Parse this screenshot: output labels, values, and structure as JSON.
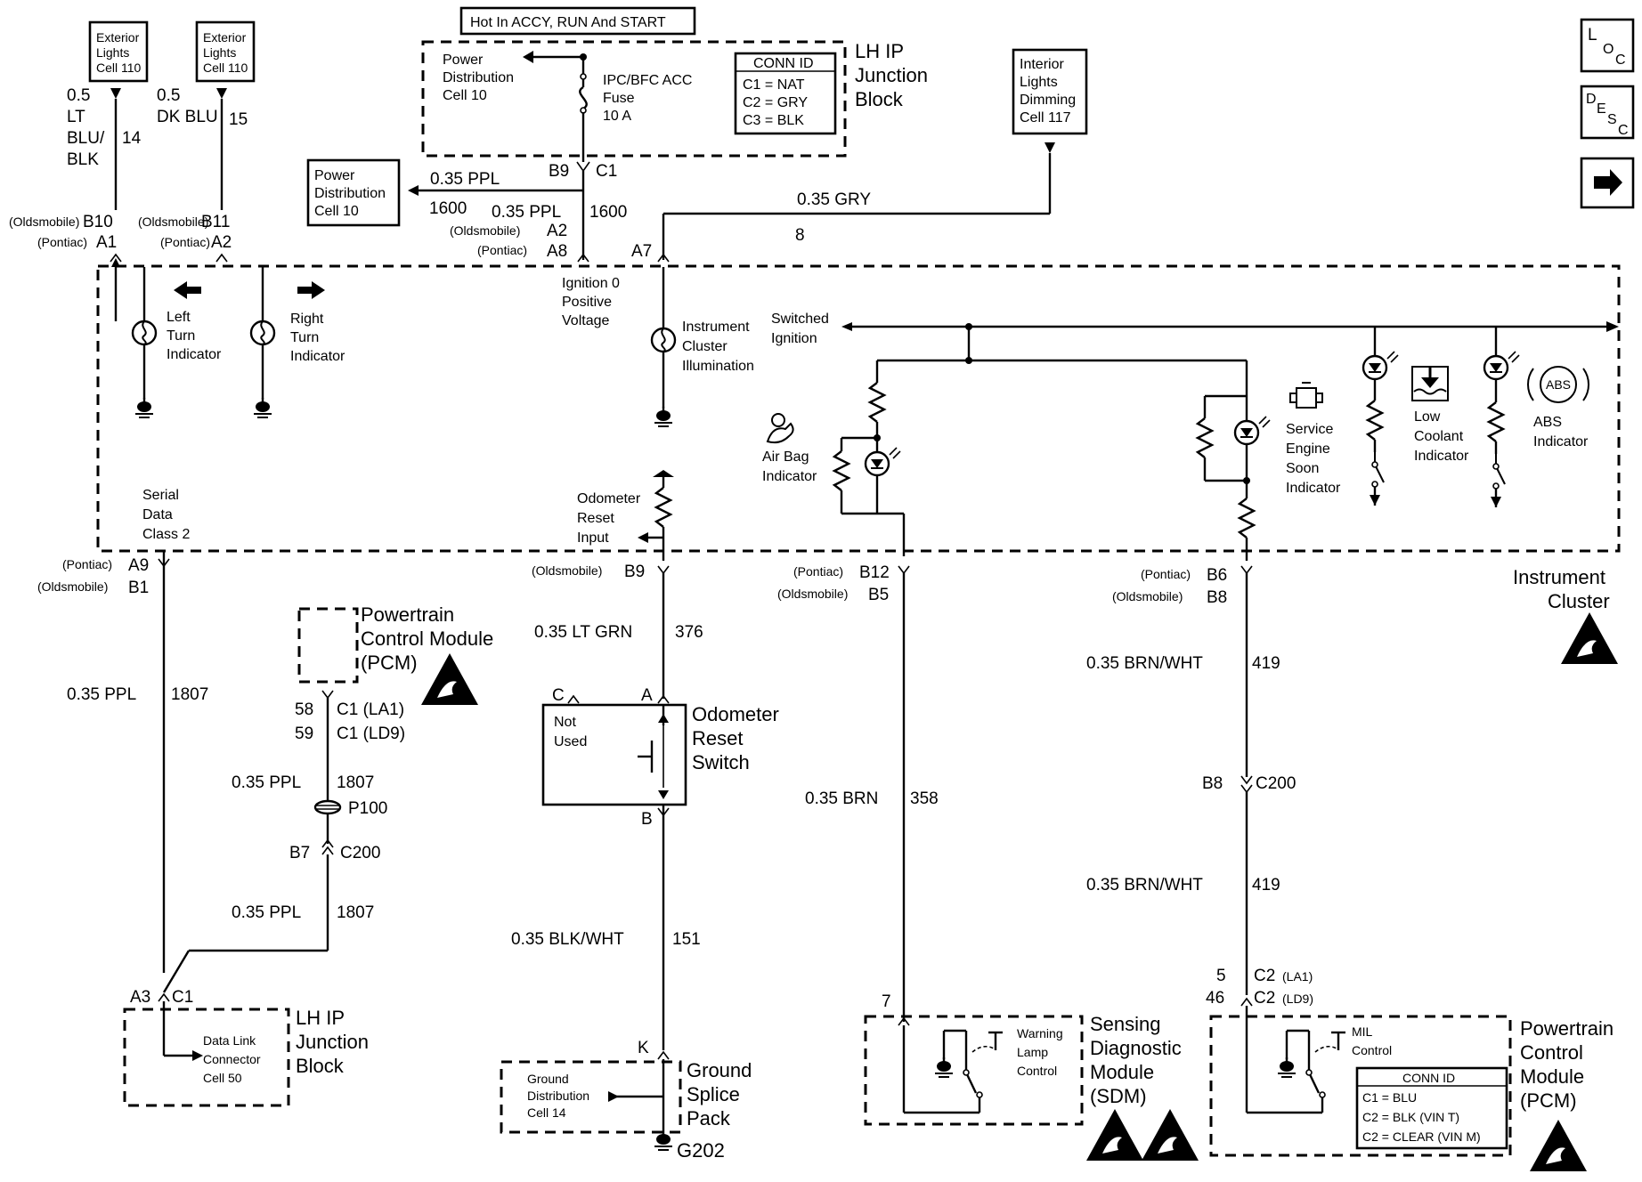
{
  "top_left_refs": [
    {
      "id": "ext-lights-1",
      "lines": [
        "Exterior",
        "Lights",
        "Cell 110"
      ]
    },
    {
      "id": "ext-lights-2",
      "lines": [
        "Exterior",
        "Lights",
        "Cell 110"
      ]
    }
  ],
  "hot_label": "Hot In ACCY, RUN And START",
  "lh_ip_block_top": {
    "title_lines": [
      "LH IP",
      "Junction",
      "Block"
    ],
    "power_dist_lines": [
      "Power",
      "Distribution",
      "Cell 10"
    ],
    "fuse_lines": [
      "IPC/BFC ACC",
      "Fuse",
      "10 A"
    ],
    "conn_id": {
      "title": "CONN ID",
      "rows": [
        "C1 = NAT",
        "C2 = GRY",
        "C3 = BLK"
      ]
    }
  },
  "power_dist_box": [
    "Power",
    "Distribution",
    "Cell 10"
  ],
  "interior_dimming": [
    "Interior",
    "Lights",
    "Dimming",
    "Cell 117"
  ],
  "nav": {
    "loc": [
      "L",
      "O",
      "C"
    ],
    "desc": [
      "D",
      "E",
      "S",
      "C"
    ],
    "arrow": "→"
  },
  "wires": {
    "w14": {
      "size": "0.5",
      "color_lines": [
        "LT",
        "BLU/",
        "BLK"
      ],
      "circuit": "14"
    },
    "w15": {
      "size": "0.5",
      "color": "DK BLU",
      "circuit": "15"
    },
    "w1600a": {
      "label": "0.35 PPL",
      "circuit": "1600"
    },
    "w1600b": {
      "label": "0.35 PPL",
      "circuit": "1600"
    },
    "w8": {
      "label": "0.35 GRY",
      "circuit": "8"
    },
    "w1807a": {
      "label": "0.35 PPL",
      "circuit": "1807"
    },
    "w1807b": {
      "label": "0.35 PPL",
      "circuit": "1807"
    },
    "w1807c": {
      "label": "0.35 PPL",
      "circuit": "1807"
    },
    "w376": {
      "label": "0.35 LT GRN",
      "circuit": "376"
    },
    "w151": {
      "label": "0.35 BLK/WHT",
      "circuit": "151"
    },
    "w358": {
      "label": "0.35 BRN",
      "circuit": "358"
    },
    "w419a": {
      "label": "0.35 BRN/WHT",
      "circuit": "419"
    },
    "w419b": {
      "label": "0.35 BRN/WHT",
      "circuit": "419"
    }
  },
  "pins": {
    "b10": {
      "make": "(Oldsmobile)",
      "pin": "B10"
    },
    "a1": {
      "make": "(Pontiac)",
      "pin": "A1"
    },
    "b11": {
      "make": "(Oldsmobile)",
      "pin": "B11"
    },
    "a2": {
      "make": "(Pontiac)",
      "pin": "A2"
    },
    "b9c1": {
      "pin": "B9",
      "conn": "C1"
    },
    "a2o": {
      "make": "(Oldsmobile)",
      "pin": "A2"
    },
    "a8": {
      "make": "(Pontiac)",
      "pin": "A8"
    },
    "a7": {
      "pin": "A7"
    },
    "a9": {
      "make": "(Pontiac)",
      "pin": "A9"
    },
    "b1": {
      "make": "(Oldsmobile)",
      "pin": "B1"
    },
    "b9o": {
      "make": "(Oldsmobile)",
      "pin": "B9"
    },
    "b12": {
      "make": "(Pontiac)",
      "pin": "B12"
    },
    "b5": {
      "make": "(Oldsmobile)",
      "pin": "B5"
    },
    "b6": {
      "make": "(Pontiac)",
      "pin": "B6"
    },
    "b8": {
      "make": "(Oldsmobile)",
      "pin": "B8"
    }
  },
  "cluster": {
    "title_lines": [
      "Instrument",
      "Cluster"
    ],
    "left_turn": [
      "Left",
      "Turn",
      "Indicator"
    ],
    "right_turn": [
      "Right",
      "Turn",
      "Indicator"
    ],
    "ign0": [
      "Ignition 0",
      "Positive",
      "Voltage"
    ],
    "illum": [
      "Instrument",
      "Cluster",
      "Illumination"
    ],
    "switched": [
      "Switched",
      "Ignition"
    ],
    "airbag": [
      "Air Bag",
      "Indicator"
    ],
    "ses": [
      "Service",
      "Engine",
      "Soon",
      "Indicator"
    ],
    "coolant": [
      "Low",
      "Coolant",
      "Indicator"
    ],
    "abs": [
      "ABS",
      "Indicator"
    ],
    "abs_icon": "ABS",
    "serial": [
      "Serial",
      "Data",
      "Class 2"
    ],
    "odo_input": [
      "Odometer",
      "Reset",
      "Input"
    ]
  },
  "pcm_top": {
    "title_lines": [
      "Powertrain",
      "Control Module",
      "(PCM)"
    ],
    "pins": [
      {
        "num": "58",
        "conn": "C1 (LA1)"
      },
      {
        "num": "59",
        "conn": "C1 (LD9)"
      }
    ]
  },
  "p100": "P100",
  "c200_left": {
    "pin": "B7",
    "conn": "C200"
  },
  "dlc_block": {
    "pin": "A3",
    "conn": "C1",
    "inner": [
      "Data Link",
      "Connector",
      "Cell 50"
    ],
    "title_lines": [
      "LH IP",
      "Junction",
      "Block"
    ]
  },
  "odo_switch": {
    "pin_c": "C",
    "pin_a": "A",
    "pin_b": "B",
    "not_used": [
      "Not",
      "Used"
    ],
    "title_lines": [
      "Odometer",
      "Reset",
      "Switch"
    ]
  },
  "ground_splice": {
    "pin": "K",
    "inner": [
      "Ground",
      "Distribution",
      "Cell 14"
    ],
    "title_lines": [
      "Ground",
      "Splice",
      "Pack"
    ],
    "ground_id": "G202"
  },
  "c200_right": {
    "pin": "B8",
    "conn": "C200"
  },
  "sdm": {
    "pin": "7",
    "inner": [
      "Warning",
      "Lamp",
      "Control"
    ],
    "title_lines": [
      "Sensing",
      "Diagnostic",
      "Module",
      "(SDM)"
    ]
  },
  "pcm_bottom": {
    "pins": [
      {
        "num": "5",
        "conn": "C2",
        "note": "(LA1)"
      },
      {
        "num": "46",
        "conn": "C2",
        "note": "(LD9)"
      }
    ],
    "mil": [
      "MIL",
      "Control"
    ],
    "title_lines": [
      "Powertrain",
      "Control",
      "Module",
      "(PCM)"
    ],
    "conn_id": {
      "title": "CONN ID",
      "rows": [
        "C1 = BLU",
        "C2 = BLK (VIN T)",
        "C2 = CLEAR (VIN M)"
      ]
    }
  }
}
